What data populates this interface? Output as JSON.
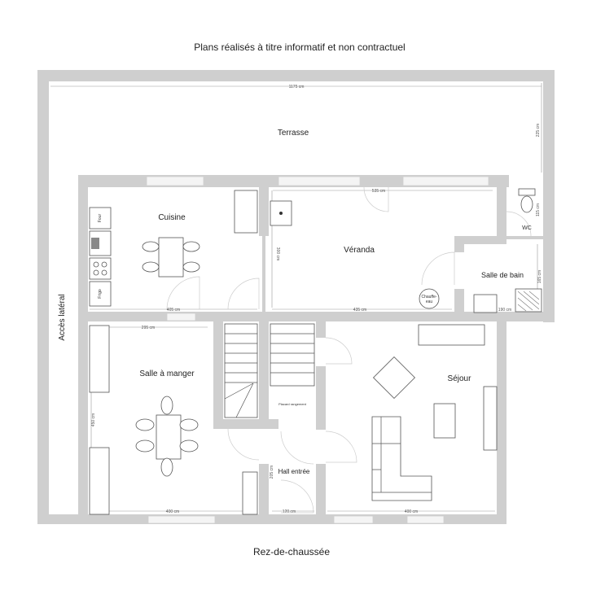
{
  "header": {
    "title": "Plans réalisés à titre informatif et non contractuel"
  },
  "footer": {
    "level": "Rez-de-chaussée"
  },
  "rooms": {
    "terrasse": "Terrasse",
    "cuisine": "Cuisine",
    "veranda": "Véranda",
    "wc": "WC",
    "salle_de_bain": "Salle de bain",
    "salle_a_manger": "Salle à manger",
    "sejour": "Séjour",
    "hall": "Hall entrée",
    "placard": "Placard rangement",
    "acces": "Accès latéral"
  },
  "fixtures": {
    "four": "Four",
    "frigo": "Frigo",
    "chauffe_eau_1": "Chauffe-",
    "chauffe_eau_2": "eau"
  },
  "dimensions": {
    "terrasse_width": "1175 cm",
    "terrasse_depth": "225 cm",
    "veranda_top": "535 cm",
    "wc_depth": "115 cm",
    "veranda_depth": "300 cm",
    "cuisine_width": "405 cm",
    "veranda_width": "435 cm",
    "bain_width": "190 cm",
    "bain_depth": "165 cm",
    "manger_top": "295 cm",
    "manger_depth": "450 cm",
    "manger_width": "400 cm",
    "hall_width": "120 cm",
    "hall_depth": "205 cm",
    "sejour_width": "400 cm"
  }
}
